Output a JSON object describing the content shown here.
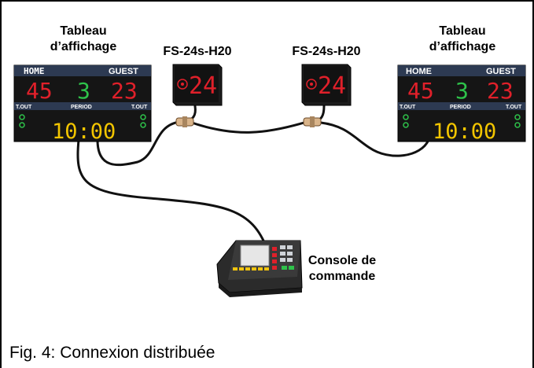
{
  "labels": {
    "scoreboard_left": [
      "Tableau",
      "d’affichage"
    ],
    "scoreboard_right": [
      "Tableau",
      "d’affichage"
    ],
    "shotclock_left": "FS-24s-H20",
    "shotclock_right": "FS-24s-H20",
    "console": [
      "Console de",
      "commande"
    ]
  },
  "scoreboard": {
    "home_label": "HOME",
    "guest_label": "GUEST",
    "home_score": "45",
    "guest_score": "23",
    "period": "3",
    "period_label": "PERIOD",
    "timeout_label": "T.OUT",
    "clock": "10:00"
  },
  "shotclock": {
    "value": "24"
  },
  "caption": "Fig. 4:  Connexion distribuée",
  "colors": {
    "display_bg": "#151515",
    "score_red": "#e0202a",
    "period_green": "#2ec24a",
    "clock_yellow": "#f2c500"
  }
}
